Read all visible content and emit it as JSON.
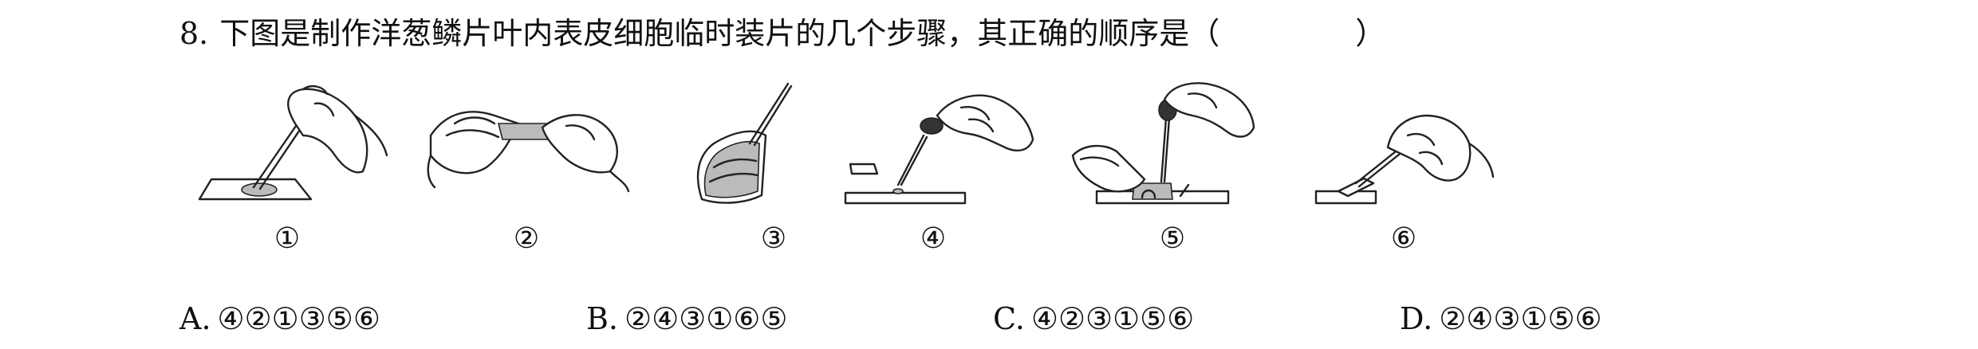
{
  "question": {
    "number": "8.",
    "text": "下图是制作洋葱鳞片叶内表皮细胞临时装片的几个步骤，其正确的顺序是（",
    "close": "）"
  },
  "figures": [
    {
      "label": "①",
      "icon": "tweezers-spreading-tissue-icon"
    },
    {
      "label": "②",
      "icon": "wiping-slide-icon"
    },
    {
      "label": "③",
      "icon": "tearing-onion-epidermis-icon"
    },
    {
      "label": "④",
      "icon": "dropping-water-icon"
    },
    {
      "label": "⑤",
      "icon": "staining-with-dropper-icon"
    },
    {
      "label": "⑥",
      "icon": "placing-coverslip-icon"
    }
  ],
  "options": [
    {
      "letter": "A.",
      "text": "④②①③⑤⑥"
    },
    {
      "letter": "B.",
      "text": "②④③①⑥⑤"
    },
    {
      "letter": "C.",
      "text": "④②③①⑤⑥"
    },
    {
      "letter": "D.",
      "text": "②④③①⑤⑥"
    }
  ]
}
